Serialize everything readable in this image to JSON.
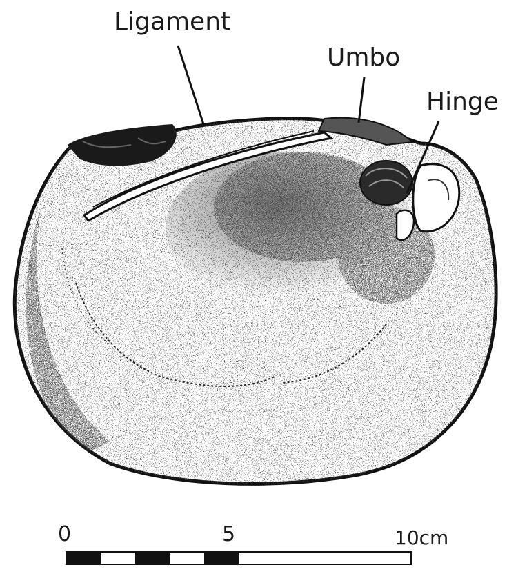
{
  "labels": {
    "ligament": "Ligament",
    "umbo": "Umbo",
    "hinge": "Hinge"
  },
  "scale_bar": {
    "tick_0": "0",
    "tick_5": "5",
    "tick_10": "10cm"
  },
  "colors": {
    "ink": "#1a1a1a",
    "paper": "#ffffff"
  }
}
